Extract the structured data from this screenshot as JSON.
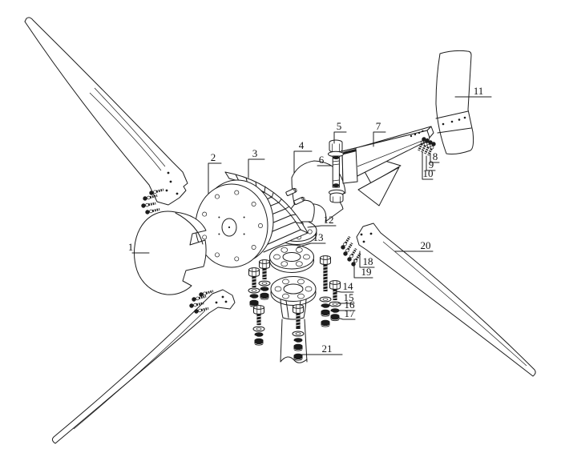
{
  "diagram": {
    "colors": {
      "background": "#ffffff",
      "line": "#1c1c1c",
      "label_text": "#111111"
    },
    "parts": [
      {
        "label": "1"
      },
      {
        "label": "2"
      },
      {
        "label": "3"
      },
      {
        "label": "4"
      },
      {
        "label": "5"
      },
      {
        "label": "6"
      },
      {
        "label": "7"
      },
      {
        "label": "8"
      },
      {
        "label": "9"
      },
      {
        "label": "10"
      },
      {
        "label": "11"
      },
      {
        "label": "12"
      },
      {
        "label": "13"
      },
      {
        "label": "14"
      },
      {
        "label": "15"
      },
      {
        "label": "16"
      },
      {
        "label": "17"
      },
      {
        "label": "18"
      },
      {
        "label": "19"
      },
      {
        "label": "20"
      },
      {
        "label": "21"
      }
    ]
  }
}
